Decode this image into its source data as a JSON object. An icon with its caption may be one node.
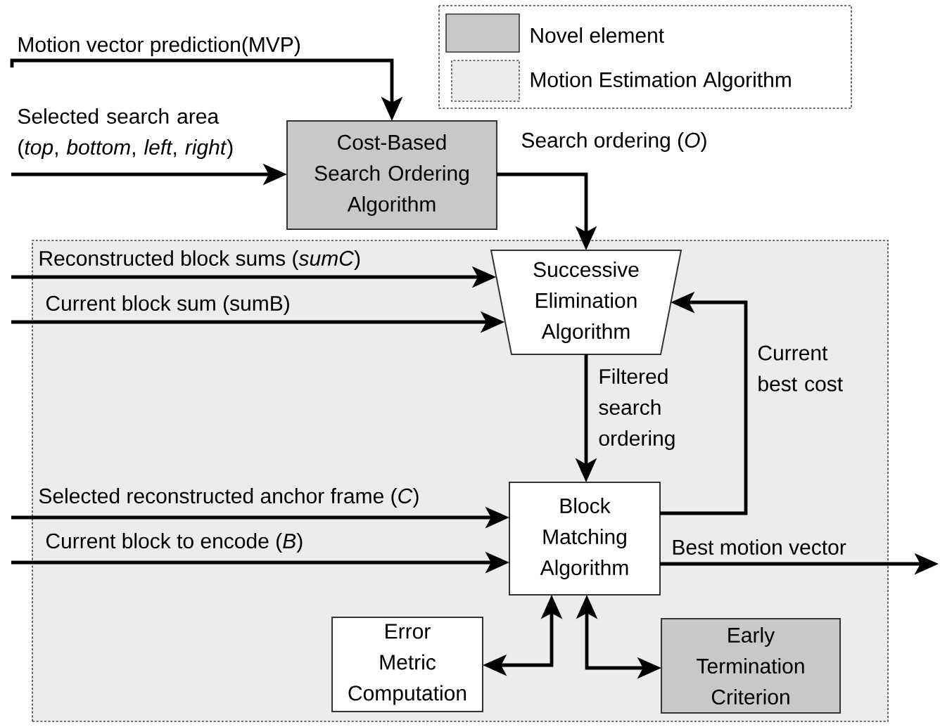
{
  "diagram": {
    "nodes": [
      {
        "text": [],
        "shape": "box"
      },
      {
        "text": [
          "Cost-Based Search Ordering Algorithm"
        ]
      },
      {
        "text": [
          "Successive Elimination Algorithm"
        ],
        "in": 0
      },
      {
        "text": [
          "Block Matching Algorithm"
        ],
        "in": 0
      },
      {
        "text": [
          "Error Metric Computation"
        ],
        "in": 0
      },
      {
        "text": [
          "Early Termination Criterion"
        ],
        "in": 0
      }
    ],
    "edges": [
      {
        "from": null,
        "to": 1,
        "arrow": "to",
        "label": "Motion vector prediction(MVP)"
      },
      {
        "from": null,
        "to": 1,
        "arrow": "to",
        "label": "Selected search area (*top*, *bottom*, *left*, *right*)"
      },
      {
        "from": 1,
        "to": 2,
        "arrow": "to",
        "label": "Search ordering (*O*)"
      },
      {
        "from": null,
        "to": 2,
        "arrow": "to",
        "label": "Reconstructed block sums (*sumC*)"
      },
      {
        "from": null,
        "to": 2,
        "arrow": "to",
        "label": "Current block sum (sumB)"
      },
      {
        "from": 2,
        "to": 3,
        "arrow": "to",
        "label": "Filtered search ordering"
      },
      {
        "from": 3,
        "to": 2,
        "arrow": "to",
        "label": "Current best cost"
      },
      {
        "from": null,
        "to": 3,
        "arrow": "to",
        "label": "Selected reconstructed anchor frame (*C*)"
      },
      {
        "from": null,
        "to": 3,
        "arrow": "to",
        "label": "Current block to encode (*B*)"
      },
      {
        "from": 3,
        "to": null,
        "arrow": "to",
        "label": "Best motion vector"
      },
      {
        "from": 3,
        "to": 4,
        "arrow": "both"
      },
      {
        "from": 3,
        "to": 5,
        "arrow": "both"
      }
    ],
    "legend": [
      {
        "text": "Novel element",
        "color": "#c8c8c8"
      },
      {
        "text": "Motion Estimation Algorithm",
        "color": "#ececec"
      }
    ]
  }
}
